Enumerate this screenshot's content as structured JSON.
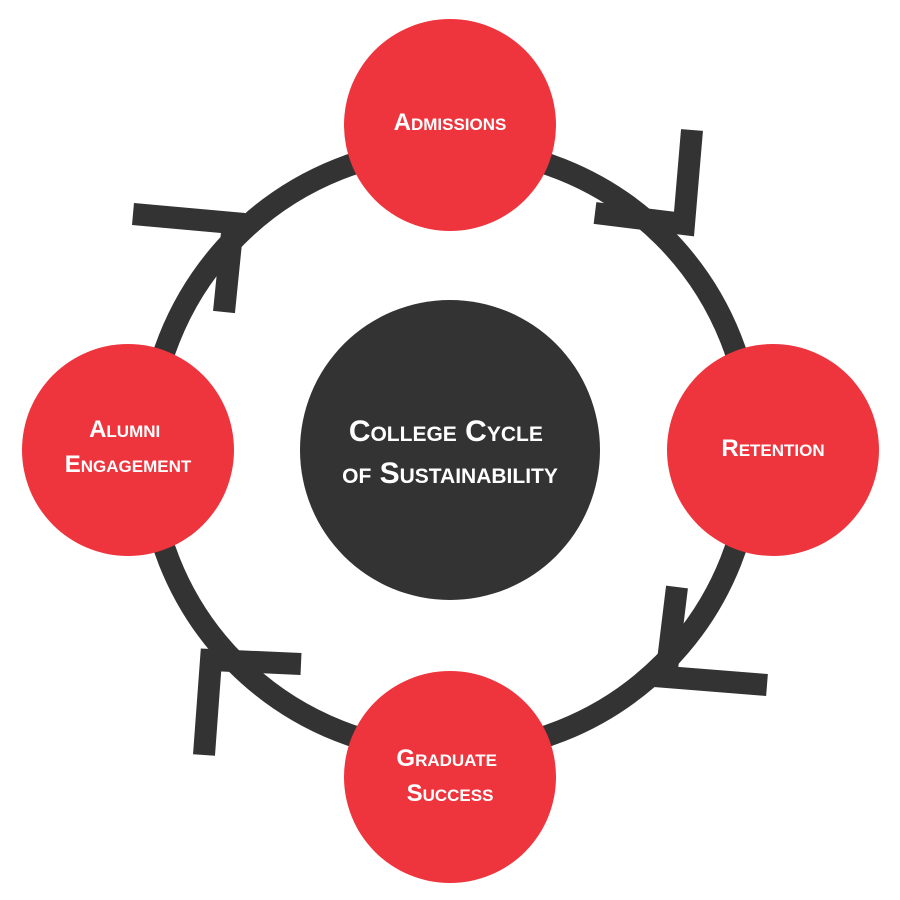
{
  "diagram": {
    "center": {
      "line1": "College Cycle",
      "line2": "of Sustainability"
    },
    "stages": [
      {
        "id": "admissions",
        "lines": [
          "Admissions"
        ]
      },
      {
        "id": "retention",
        "lines": [
          "Retention"
        ]
      },
      {
        "id": "graduate-success",
        "lines": [
          "Graduate",
          "Success"
        ]
      },
      {
        "id": "alumni-engagement",
        "lines": [
          "Alumni",
          "Engagement"
        ]
      }
    ],
    "colors": {
      "ring": "#333333",
      "stage_fill": "#ee353d",
      "center_fill": "#333333",
      "text": "#ffffff",
      "background": "#ffffff"
    },
    "flow_direction": "clockwise"
  }
}
